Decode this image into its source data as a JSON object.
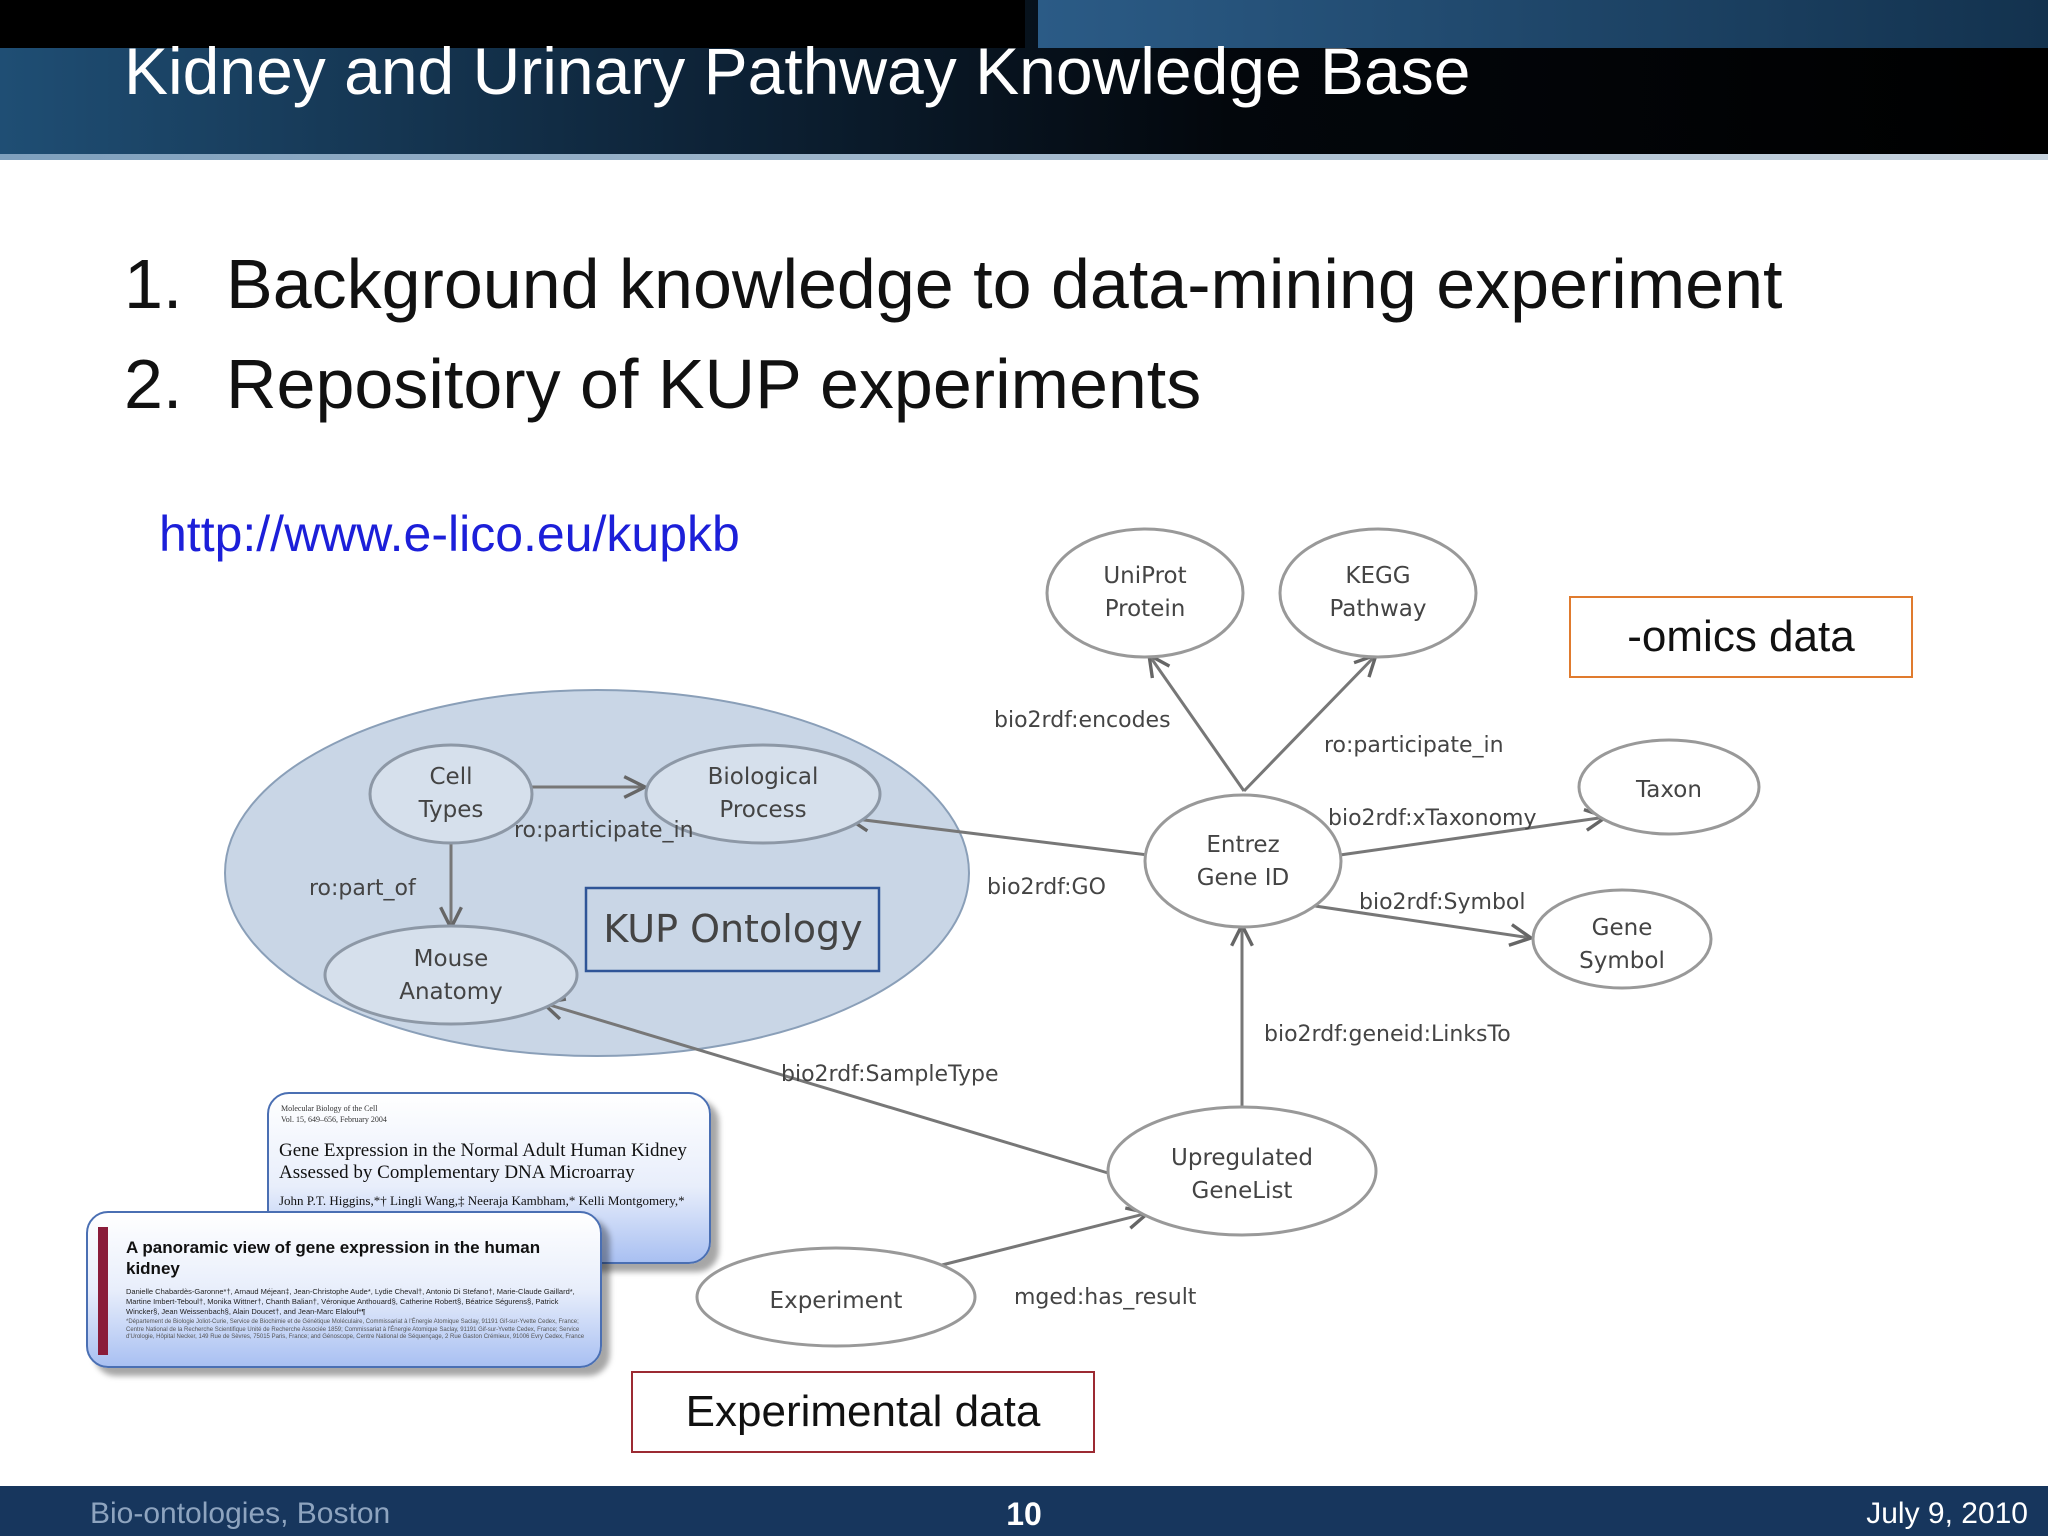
{
  "header": {
    "title": "Kidney and Urinary Pathway Knowledge Base"
  },
  "list": [
    {
      "number": "1.",
      "text": "Background knowledge to data-mining experiment"
    },
    {
      "number": "2.",
      "text": "Repository of KUP experiments"
    }
  ],
  "url": "http://www.e-lico.eu/kupkb",
  "diagram": {
    "nodes": {
      "uniprot": [
        "UniProt",
        "Protein"
      ],
      "kegg": [
        "KEGG",
        "Pathway"
      ],
      "cell_types": [
        "Cell",
        "Types"
      ],
      "biological_process": [
        "Biological",
        "Process"
      ],
      "mouse_anatomy": [
        "Mouse",
        "Anatomy"
      ],
      "entrez": [
        "Entrez",
        "Gene ID"
      ],
      "taxon": [
        "Taxon"
      ],
      "gene_symbol": [
        "Gene",
        "Symbol"
      ],
      "upregulated": [
        "Upregulated",
        "GeneList"
      ],
      "experiment": [
        "Experiment"
      ]
    },
    "ontology_label": "KUP Ontology",
    "edges": {
      "encodes": "bio2rdf:encodes",
      "participate_in_kegg": "ro:participate_in",
      "participate_in_cell": "ro:participate_in",
      "part_of": "ro:part_of",
      "go": "bio2rdf:GO",
      "xtaxonomy": "bio2rdf:xTaxonomy",
      "symbol": "bio2rdf:Symbol",
      "links_to": "bio2rdf:geneid:LinksTo",
      "sample_type": "bio2rdf:SampleType",
      "has_result": "mged:has_result"
    }
  },
  "callouts": {
    "omics": "-omics data",
    "experimental": "Experimental data"
  },
  "papers": {
    "paper1": {
      "journal": "Molecular Biology of the Cell",
      "volume": "Vol. 15, 649–656, February 2004",
      "title": "Gene Expression in the Normal Adult Human Kidney Assessed by Complementary DNA Microarray",
      "authors": "John P.T. Higgins,*† Lingli Wang,‡ Neeraja Kambham,* Kelli Montgomery,*"
    },
    "paper2": {
      "title": "A panoramic view of gene expression in the human kidney",
      "authors": "Danielle Chabardès-Garonne*†, Arnaud Méjean‡, Jean-Christophe Aude*, Lydie Cheval†, Antonio Di Stefano†, Marie-Claude Gaillard*, Martine Imbert-Teboul†, Monika Wittner†, Chanth Balian†, Véronique Anthouard§, Catherine Robert§, Béatrice Ségurens§, Patrick Wincker§, Jean Weissenbach§, Alain Doucet†, and Jean-Marc Elalouf*¶",
      "affiliations": "*Département de Biologie Joliot-Curie, Service de Biochimie et de Génétique Moléculaire, Commissariat à l'Énergie Atomique Saclay, 91191 Gif-sur-Yvette Cedex, France; Centre National de la Recherche Scientifique Unité de Recherche Associée 1859; Commissariat à l'Énergie Atomique Saclay, 91191 Gif-sur-Yvette Cedex, France; Service d'Urologie, Hôpital Necker, 149 Rue de Sèvres, 75015 Paris, France; and Génoscope, Centre National de Séquençage, 2 Rue Gaston Crémieux, 91006 Evry Cedex, France"
    }
  },
  "footer": {
    "left": "Bio-ontologies, Boston",
    "page": "10",
    "right": "July 9, 2010"
  },
  "colors": {
    "header_dark": "#000000",
    "header_blue": "#1f4e74",
    "footer_bg": "#17365d",
    "url": "#1c1fd9",
    "ontology_fill": "#c9d6e6",
    "omics_border": "#e07b2e",
    "experimental_border": "#9c2a32"
  }
}
